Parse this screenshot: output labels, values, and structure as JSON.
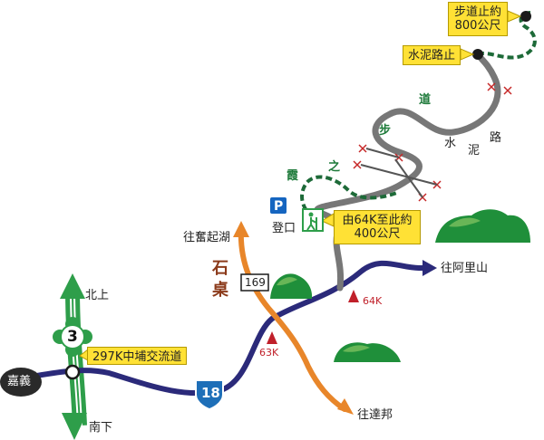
{
  "labels": {
    "north": "北上",
    "south": "南下",
    "chiayi": "嘉義",
    "interchange": "297K中埔交流道",
    "fenqihu": "往奮起湖",
    "alishan": "往阿里山",
    "dabang": "往達邦",
    "shizhuo_1": "石",
    "shizhuo_2": "桌",
    "road169": "169",
    "km63": "63K",
    "km64": "64K",
    "trailhead": "登口",
    "parking": "P",
    "trail_note": "由64K至此約400公尺",
    "cement_end": "水泥路止",
    "trail_end": "步道止約800公尺",
    "cement_road_chars": [
      "水",
      "泥",
      "路"
    ],
    "trail_name_chars": [
      "霞",
      "之",
      "步",
      "道"
    ],
    "hwy3": "3",
    "hwy18": "18"
  },
  "colors": {
    "hwy18": "#2b2a7a",
    "road169": "#e8862a",
    "hwy3": "#2e9e4a",
    "cement": "#8c8c8c",
    "trail": "#1d6a38",
    "callout": "#ffe135",
    "km_marker": "#c0202a"
  }
}
